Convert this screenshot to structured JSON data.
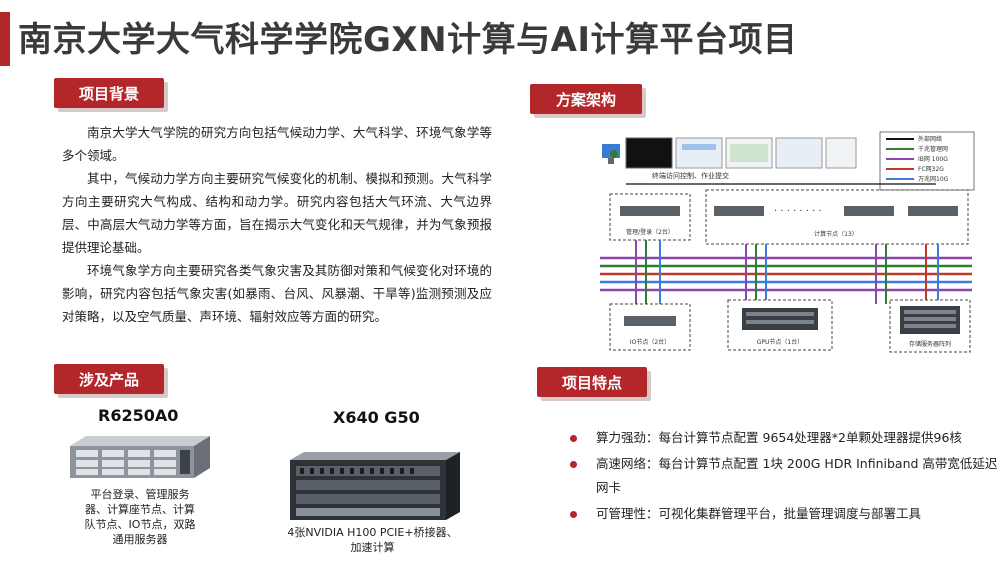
{
  "page_title": "南京大学大气科学学院GXN计算与AI计算平台项目",
  "tags": {
    "background": "项目背景",
    "architecture": "方案架构",
    "products": "涉及产品",
    "features": "项目特点"
  },
  "background_paragraphs": [
    "南京大学大气学院的研究方向包括气候动力学、大气科学、环境气象学等多个领域。",
    "其中，气候动力学方向主要研究气候变化的机制、模拟和预测。大气科学方向主要研究大气构成、结构和动力学。研究内容包括大气环流、大气边界层、中高层大气动力学等方面，旨在揭示大气变化和天气规律，并为气象预报提供理论基础。",
    "环境气象学方向主要研究各类气象灾害及其防御对策和气候变化对环境的影响，研究内容包括气象灾害(如暴雨、台风、风暴潮、干旱等)监测预测及应对策略，以及空气质量、声环境、辐射效应等方面的研究。"
  ],
  "products": [
    {
      "name": "R6250A0",
      "desc": "平台登录、管理服务器、计算座节点、计算队节点、IO节点，双路通用服务器"
    },
    {
      "name": "X640 G50",
      "desc": "4张NVIDIA H100 PCIE+桥接器、加速计算"
    }
  ],
  "architecture": {
    "terminal_label": "终端访问控制、作业提交",
    "login_label": "管理/登录（2台）",
    "compute_label": "计算节点（13）",
    "io_label": "IO节点（2台）",
    "gpu_label": "GPU节点（1台）",
    "storage_label": "存储服务器阵列",
    "legend": [
      {
        "label": "外部网络",
        "color": "#111111"
      },
      {
        "label": "千兆管理网",
        "color": "#2e7d32"
      },
      {
        "label": "IB网 100G",
        "color": "#8e44ad"
      },
      {
        "label": "FC网32G",
        "color": "#c0392b"
      },
      {
        "label": "万兆网10G",
        "color": "#3b7dd8"
      }
    ]
  },
  "features": [
    {
      "label": "算力强劲：",
      "text": "每台计算节点配置 9654处理器*2单颗处理器提供96核"
    },
    {
      "label": "高速网络：",
      "text": "每台计算节点配置 1块 200G HDR Infiniband 高带宽低延迟网卡"
    },
    {
      "label": "可管理性：",
      "text": "可视化集群管理平台，批量管理调度与部署工具"
    }
  ],
  "colors": {
    "accent": "#b3262a"
  }
}
